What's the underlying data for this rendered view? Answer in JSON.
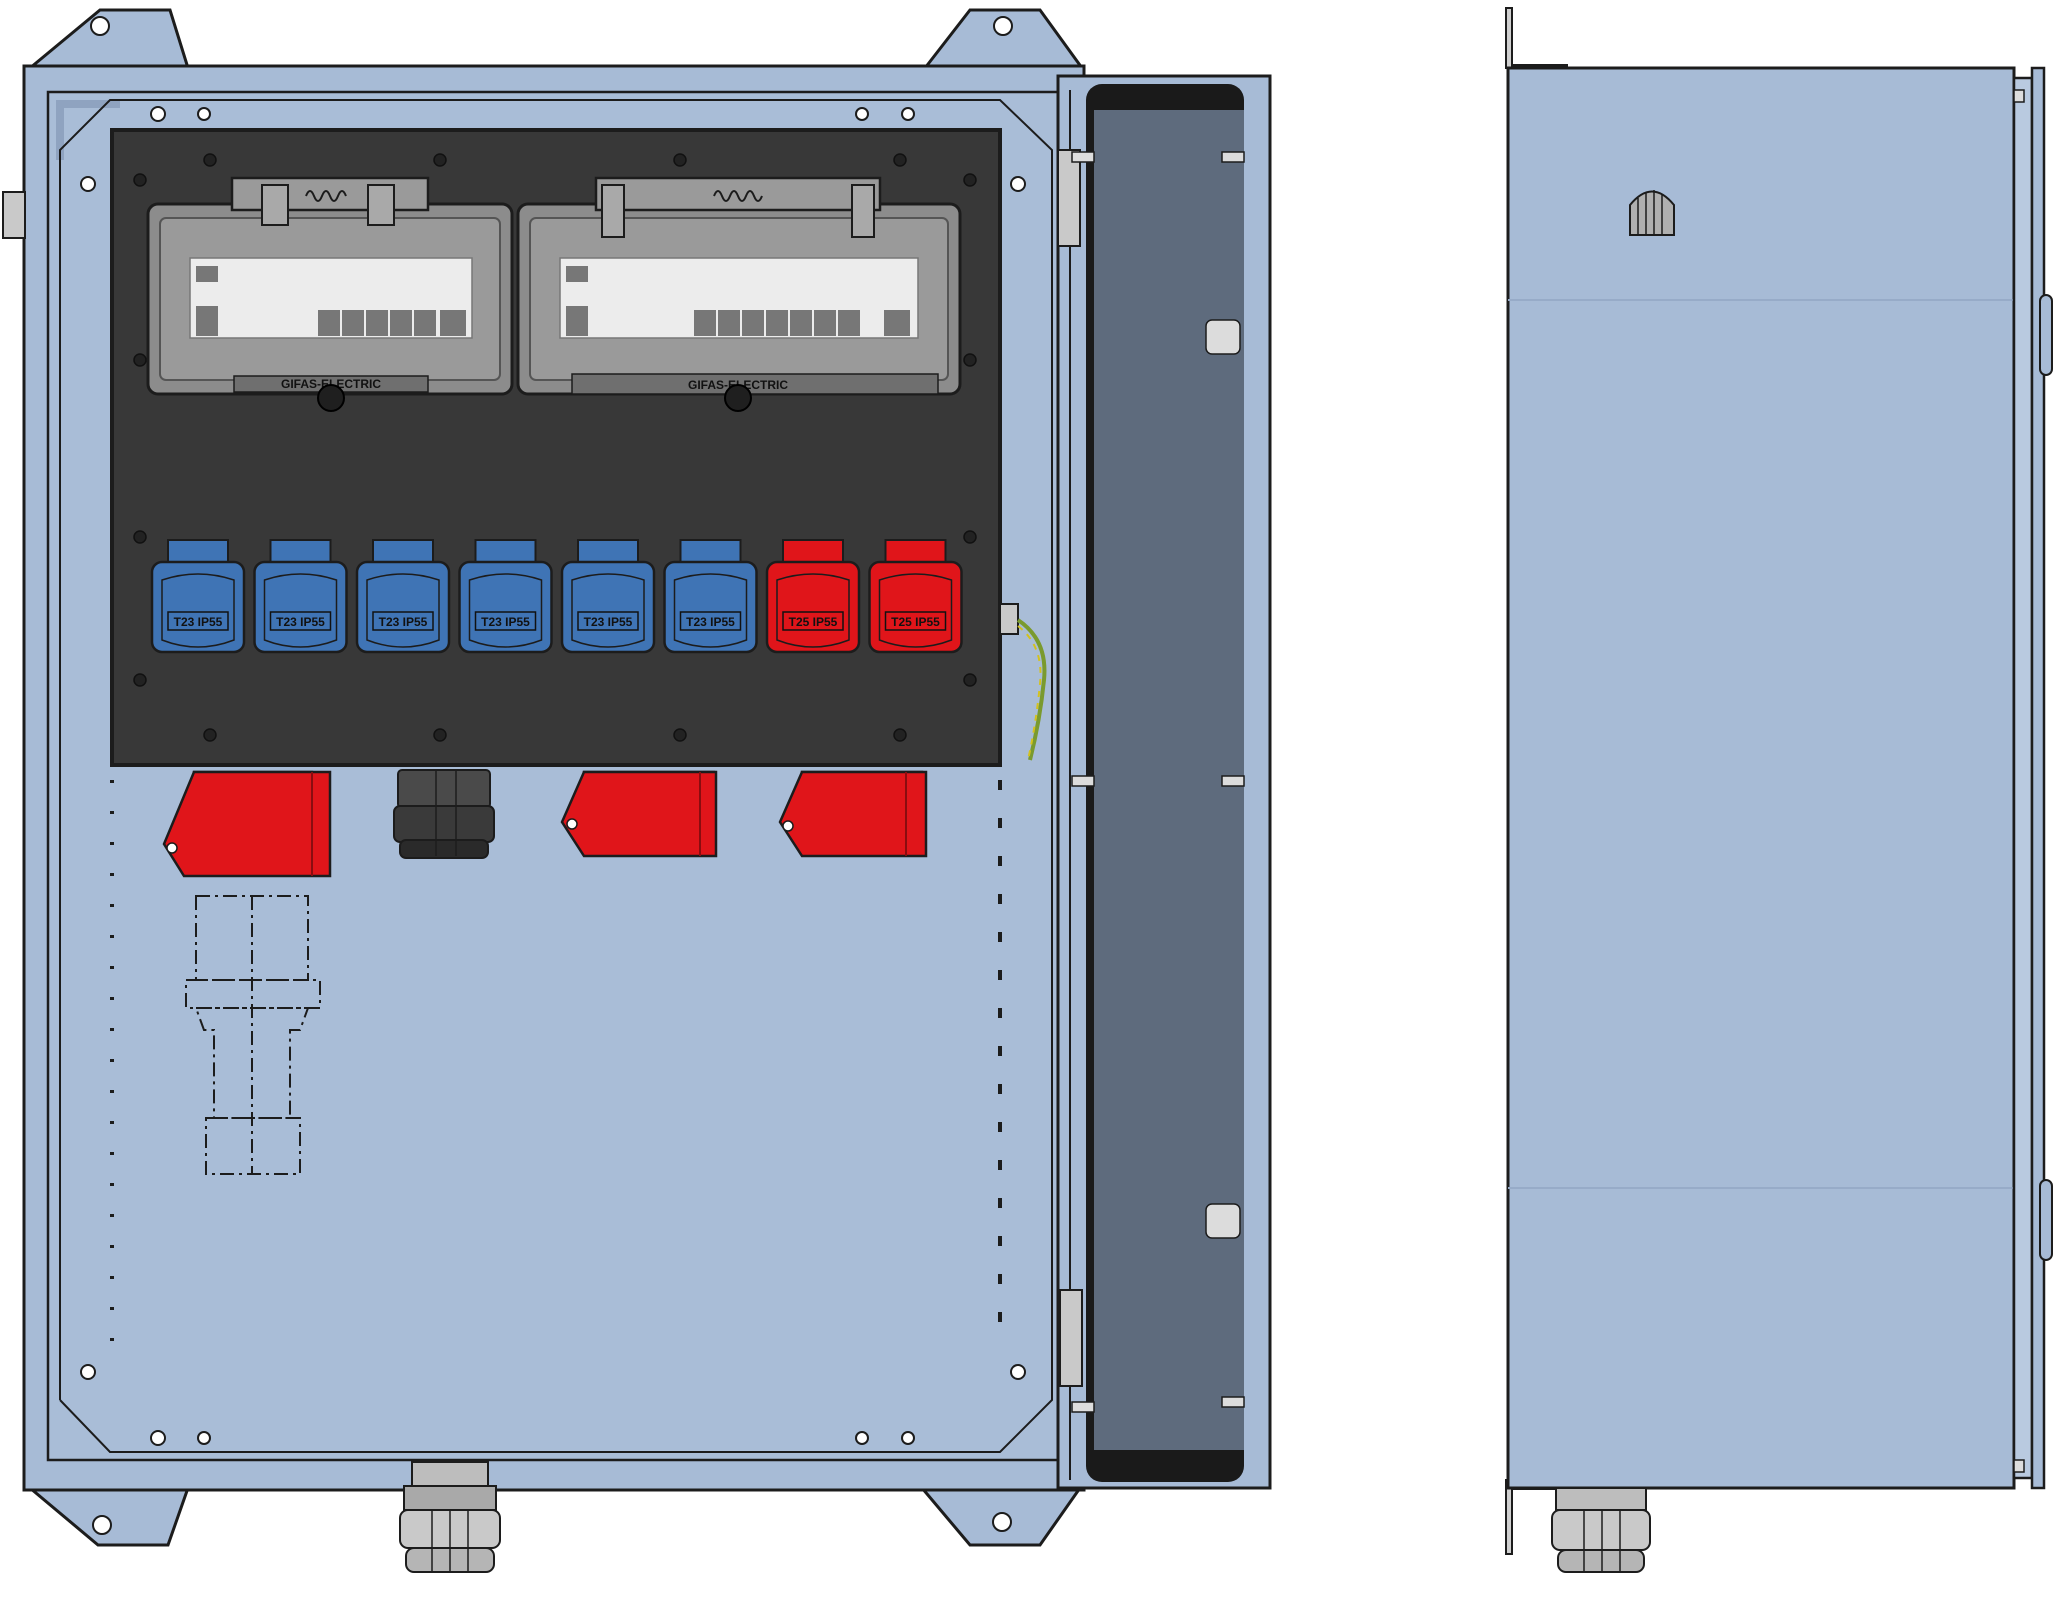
{
  "drawing": {
    "brand_label_left": "GIFAS-ELECTRIC",
    "brand_label_right": "GIFAS-ELECTRIC",
    "sockets": [
      {
        "label": "T23 IP55",
        "color": "#3f74b5"
      },
      {
        "label": "T23 IP55",
        "color": "#3f74b5"
      },
      {
        "label": "T23 IP55",
        "color": "#3f74b5"
      },
      {
        "label": "T23 IP55",
        "color": "#3f74b5"
      },
      {
        "label": "T23 IP55",
        "color": "#3f74b5"
      },
      {
        "label": "T23 IP55",
        "color": "#3f74b5"
      },
      {
        "label": "T25 IP55",
        "color": "#e0151a"
      },
      {
        "label": "T25 IP55",
        "color": "#e0151a"
      }
    ],
    "colors": {
      "enclosure": "#a7bbd6",
      "enclosure_dark": "#8fa3c0",
      "panel": "#383838",
      "door_inner": "#5e6b7d",
      "breaker_housing": "#8c8c8c",
      "red_inlet": "#e0151a",
      "blue_socket": "#3f74b5"
    },
    "icons": [
      "hinge-icon",
      "cable-gland-icon",
      "socket-icon",
      "circuit-breaker-icon",
      "screw-icon",
      "earth-wire-icon"
    ]
  }
}
